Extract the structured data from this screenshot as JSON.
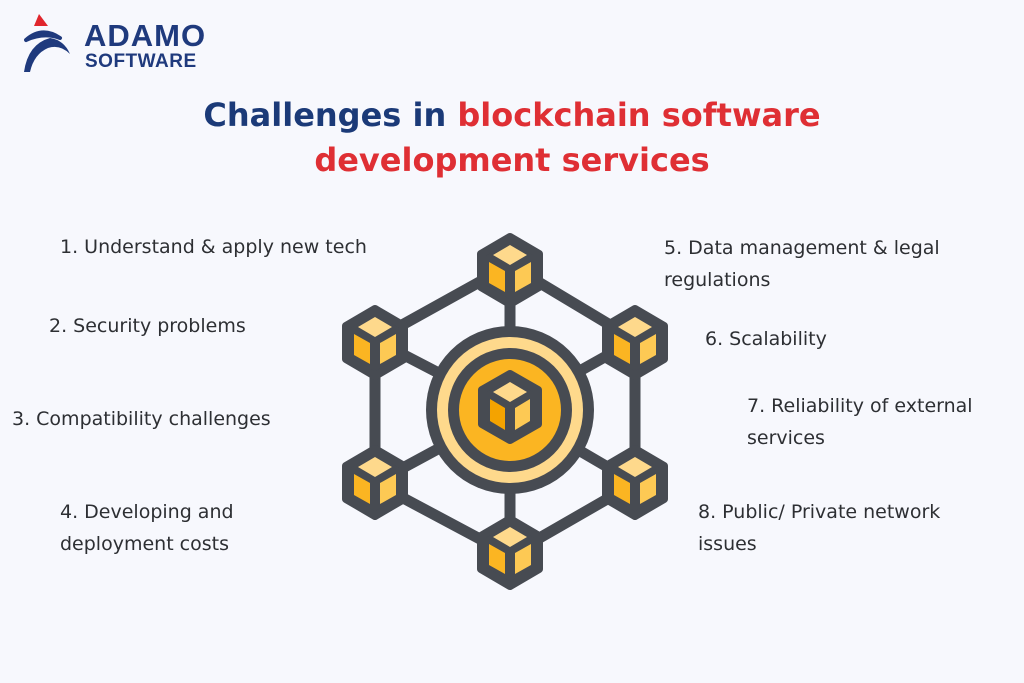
{
  "logo": {
    "line1": "ADAMO",
    "line2": "SOFTWARE",
    "colors": {
      "navy": "#1f3a7d",
      "red": "#e0262d"
    }
  },
  "title": {
    "part1": "Challenges in ",
    "part2": "blockchain software",
    "line2": "development services",
    "colors": {
      "blue": "#1b3a78",
      "red": "#df2f34"
    }
  },
  "left_items": [
    {
      "line1": "1. Understand & apply new tech",
      "line2": ""
    },
    {
      "line1": "2. Security problems",
      "line2": ""
    },
    {
      "line1": "3. Compatibility challenges",
      "line2": ""
    },
    {
      "line1": "4. Developing and",
      "line2": "deployment costs"
    }
  ],
  "right_items": [
    {
      "line1": "5. Data management & legal",
      "line2": "regulations"
    },
    {
      "line1": "6. Scalability",
      "line2": ""
    },
    {
      "line1": "7. Reliability of external",
      "line2": "services"
    },
    {
      "line1": "8. Public/ Private network",
      "line2": "issues"
    }
  ],
  "illustration": {
    "icon": "blockchain-network-icon",
    "colors": {
      "stroke": "#474b52",
      "orange": "#fbb522",
      "light": "#fed98c",
      "mid": "#fdc954",
      "dark_orange": "#f4a300"
    }
  }
}
